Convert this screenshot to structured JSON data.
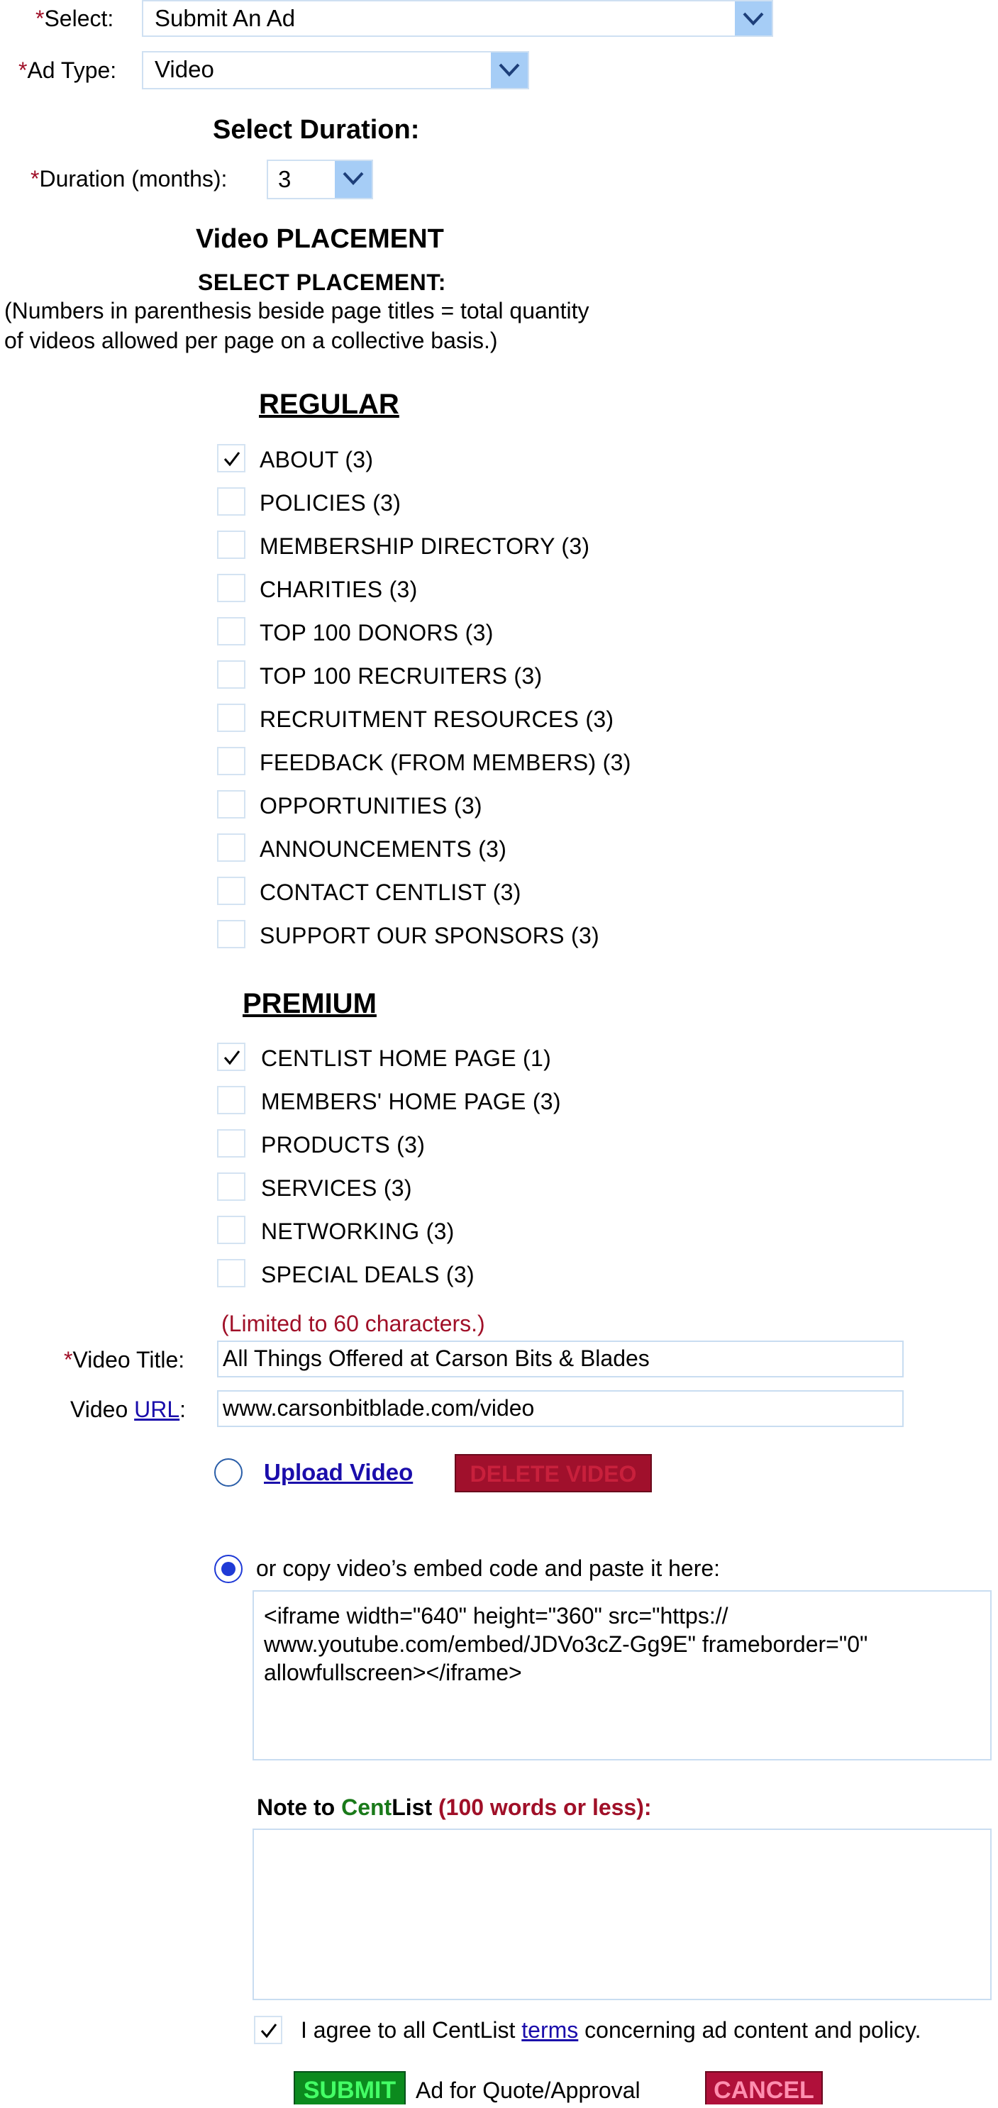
{
  "form": {
    "select_label": "Select:",
    "select_value": "Submit An Ad",
    "ad_type_label": "Ad Type:",
    "ad_type_value": "Video",
    "asterisk": "*"
  },
  "duration": {
    "heading": "Select Duration:",
    "label": "Duration (months):",
    "value": "3"
  },
  "placement": {
    "heading": "Video PLACEMENT",
    "subheading": "SELECT PLACEMENT:",
    "note_line1": "(Numbers in parenthesis beside page titles = total quantity",
    "note_line2": "of videos allowed per page on a collective basis.)"
  },
  "regular": {
    "title": "REGULAR",
    "items": [
      {
        "label": "ABOUT (3)",
        "checked": true
      },
      {
        "label": "POLICIES (3)",
        "checked": false
      },
      {
        "label": "MEMBERSHIP DIRECTORY (3)",
        "checked": false
      },
      {
        "label": "CHARITIES (3)",
        "checked": false
      },
      {
        "label": "TOP 100 DONORS (3)",
        "checked": false
      },
      {
        "label": "TOP 100 RECRUITERS (3)",
        "checked": false
      },
      {
        "label": "RECRUITMENT RESOURCES (3)",
        "checked": false
      },
      {
        "label": "FEEDBACK (FROM MEMBERS) (3)",
        "checked": false
      },
      {
        "label": "OPPORTUNITIES (3)",
        "checked": false
      },
      {
        "label": "ANNOUNCEMENTS (3)",
        "checked": false
      },
      {
        "label": "CONTACT CENTLIST (3)",
        "checked": false
      },
      {
        "label": "SUPPORT OUR SPONSORS (3)",
        "checked": false
      }
    ]
  },
  "premium": {
    "title": "PREMIUM",
    "items": [
      {
        "label": "CENTLIST HOME PAGE (1)",
        "checked": true
      },
      {
        "label": "MEMBERS' HOME PAGE (3)",
        "checked": false
      },
      {
        "label": "PRODUCTS (3)",
        "checked": false
      },
      {
        "label": "SERVICES (3)",
        "checked": false
      },
      {
        "label": "NETWORKING (3)",
        "checked": false
      },
      {
        "label": "SPECIAL DEALS (3)",
        "checked": false
      }
    ]
  },
  "video": {
    "limit_note": "(Limited to 60 characters.)",
    "title_label": "Video Title:",
    "title_value": "All Things Offered at Carson Bits & Blades",
    "url_label_pre": "Video ",
    "url_label_link": "URL",
    "url_label_post": ":",
    "url_value": "www.carsonbitblade.com/video",
    "upload_label": "Upload Video",
    "delete_label": "DELETE VIDEO",
    "embed_label": "or copy video’s embed code and paste it here:",
    "embed_value": "<iframe width=\"640\" height=\"360\" src=\"https://\nwww.youtube.com/embed/JDVo3cZ-Gg9E\" frameborder=\"0\"\nallowfullscreen></iframe>"
  },
  "note": {
    "label_pre": "Note to ",
    "label_brand1": "Cent",
    "label_brand2": "List",
    "label_limit": " (100 words or less):",
    "value": ""
  },
  "agree": {
    "text_pre": "I agree to all CentList ",
    "link": "terms",
    "text_post": " concerning ad content and policy.",
    "checked": true
  },
  "actions": {
    "submit_label": "SUBMIT",
    "submit_suffix": "Ad for Quote/Approval",
    "cancel_label": "CANCEL"
  },
  "colors": {
    "required": "#a01028",
    "brand_green": "#1a7a1a",
    "submit_bg": "#0c8a1e",
    "submit_text": "#44ff66",
    "cancel_bg": "#b0103a",
    "cancel_text": "#ff8fb0",
    "delete_bg": "#a0102c",
    "delete_text": "#c8203c"
  }
}
